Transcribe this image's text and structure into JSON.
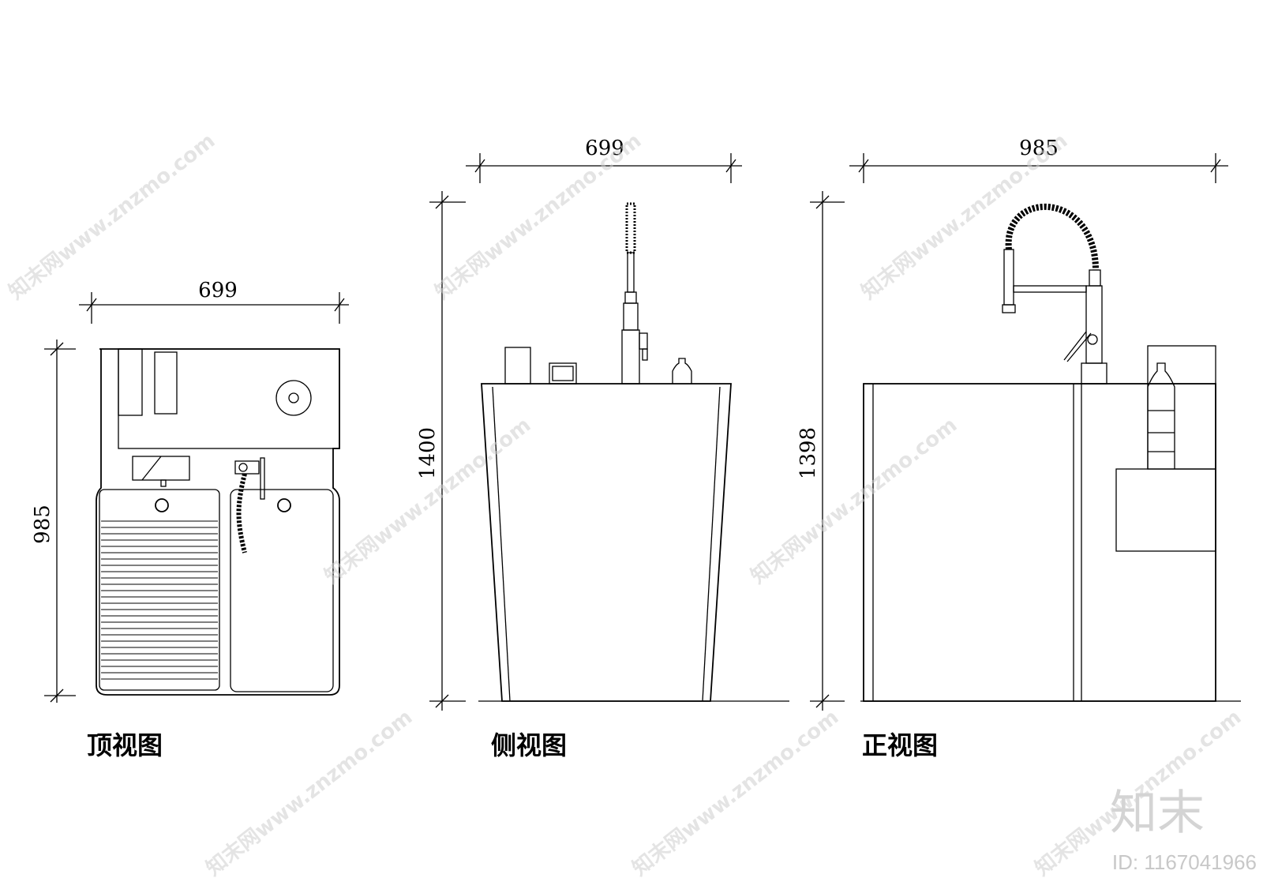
{
  "views": {
    "top": {
      "title": "顶视图",
      "width_dim": "699",
      "height_dim": "985"
    },
    "side": {
      "title": "侧视图",
      "width_dim": "699",
      "height_dim": "1400"
    },
    "front": {
      "title": "正视图",
      "width_dim": "985",
      "height_dim": "1398"
    }
  },
  "watermark": {
    "text": "知末网www.znzmo.com",
    "brand": "知末",
    "id": "ID: 1167041966"
  }
}
